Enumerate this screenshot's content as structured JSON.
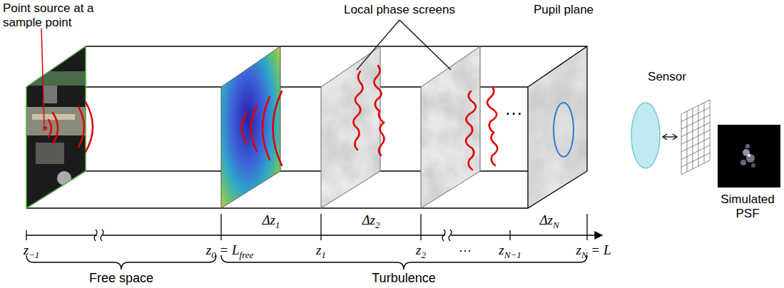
{
  "diagram": {
    "labels": [
      "Point source at a sample point",
      "Local phase screens",
      "Pupil plane",
      "Sensor",
      "Simulated PSF",
      "Δz",
      "1",
      "Δz",
      "2",
      "Δz",
      "N",
      "z",
      "−1",
      "z",
      "0",
      " = L",
      "free",
      "z",
      "1",
      "z",
      "2",
      "…",
      "z",
      "N−1",
      "z",
      "N",
      " = L",
      "…",
      "Free space",
      "Turbulence"
    ]
  }
}
